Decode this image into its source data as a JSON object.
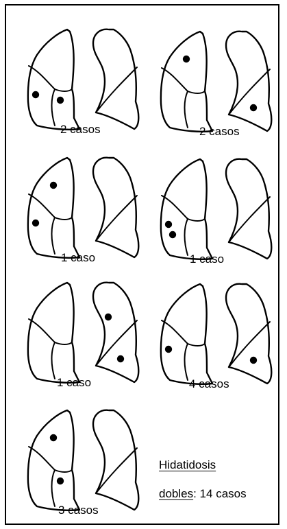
{
  "figure": {
    "panels": [
      {
        "caption": "2 casos",
        "left_lung_dots": [
          "lower-left",
          "lower-right"
        ],
        "right_lung_dots": []
      },
      {
        "caption": "2 casos",
        "left_lung_dots": [
          "upper"
        ],
        "right_lung_dots": [
          "lower"
        ]
      },
      {
        "caption": "1 caso",
        "left_lung_dots": [
          "upper",
          "lower-left"
        ],
        "right_lung_dots": []
      },
      {
        "caption": "1 caso",
        "left_lung_dots": [
          "lower-left",
          "lower-left-bottom"
        ],
        "right_lung_dots": []
      },
      {
        "caption": "1 caso",
        "left_lung_dots": [],
        "right_lung_dots": [
          "upper",
          "lower"
        ]
      },
      {
        "caption": "4 casos",
        "left_lung_dots": [
          "lower-left"
        ],
        "right_lung_dots": [
          "lower"
        ]
      },
      {
        "caption": "3 casos",
        "left_lung_dots": [
          "upper",
          "lower-right"
        ],
        "right_lung_dots": []
      }
    ],
    "legend": {
      "title": "Hidatidosis",
      "line2_prefix": "dobles",
      "line2_suffix": ": 14 casos"
    },
    "colors": {
      "ink": "#000000",
      "background": "#ffffff"
    }
  }
}
